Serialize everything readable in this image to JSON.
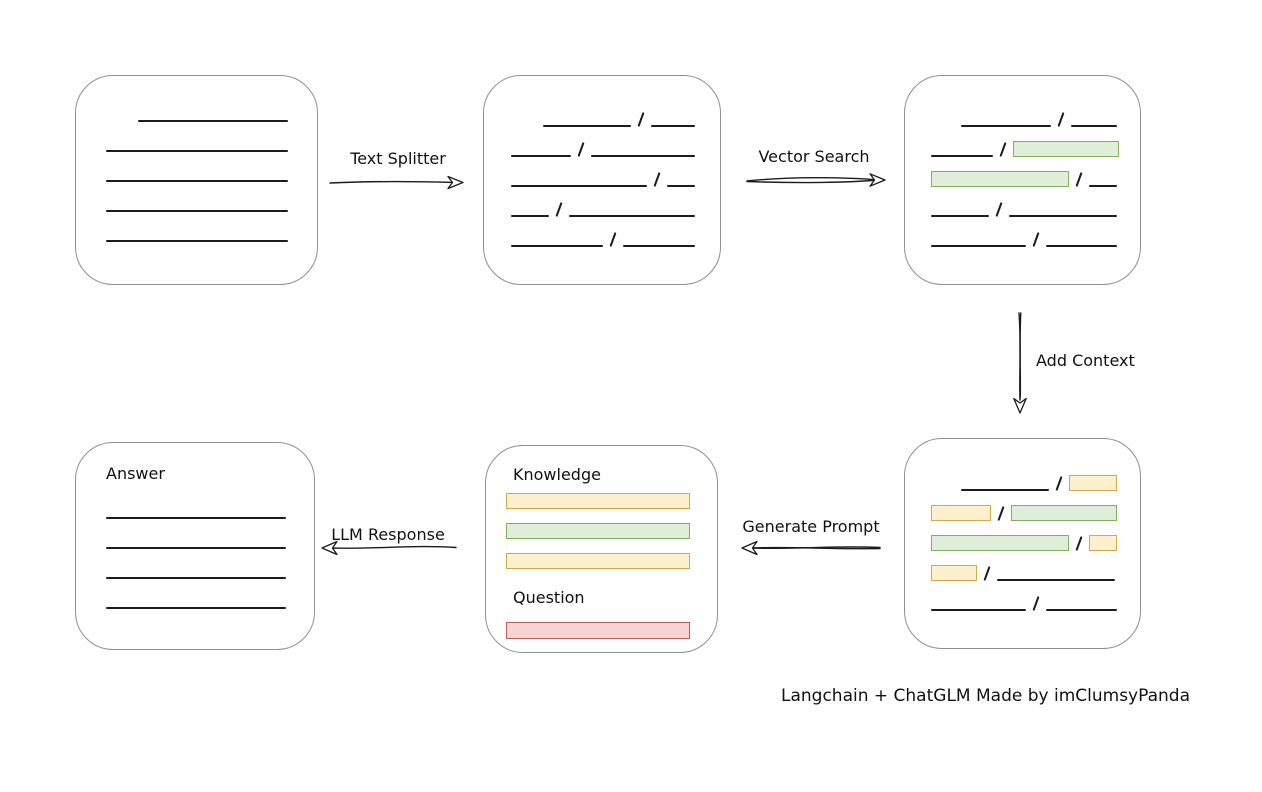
{
  "colors": {
    "green_fill": "#dfeed8",
    "green_border": "#84b05e",
    "yellow_fill": "#fcf0cd",
    "yellow_border": "#d3a94f",
    "red_fill": "#f7d4d2",
    "red_border": "#bd5e57",
    "line": "#1c1c1c",
    "box_border": "#909090"
  },
  "labels": {
    "text_splitter": "Text Splitter",
    "vector_search": "Vector Search",
    "add_context": "Add Context",
    "generate_prompt": "Generate Prompt",
    "llm_response": "LLM Response"
  },
  "caption": "Langchain + ChatGLM Made by imClumsyPanda",
  "nodes": {
    "document": {
      "rows": [
        {
          "indent": 32,
          "segs": [
            {
              "t": "line",
              "w": 150
            }
          ]
        },
        {
          "segs": [
            {
              "t": "line",
              "w": 182
            }
          ]
        },
        {
          "segs": [
            {
              "t": "line",
              "w": 182
            }
          ]
        },
        {
          "segs": [
            {
              "t": "line",
              "w": 182
            }
          ]
        },
        {
          "segs": [
            {
              "t": "line",
              "w": 182
            }
          ]
        }
      ]
    },
    "split_chunks": {
      "rows": [
        {
          "indent": 32,
          "segs": [
            {
              "t": "line",
              "w": 88
            },
            {
              "t": "slash"
            },
            {
              "t": "line",
              "w": 44
            }
          ]
        },
        {
          "segs": [
            {
              "t": "line",
              "w": 60
            },
            {
              "t": "slash"
            },
            {
              "t": "line",
              "w": 104
            }
          ]
        },
        {
          "segs": [
            {
              "t": "line",
              "w": 136
            },
            {
              "t": "slash"
            },
            {
              "t": "line",
              "w": 28
            }
          ]
        },
        {
          "segs": [
            {
              "t": "line",
              "w": 38
            },
            {
              "t": "slash"
            },
            {
              "t": "line",
              "w": 126
            }
          ]
        },
        {
          "segs": [
            {
              "t": "line",
              "w": 92
            },
            {
              "t": "slash"
            },
            {
              "t": "line",
              "w": 72
            }
          ]
        }
      ]
    },
    "vector_results": {
      "rows": [
        {
          "indent": 30,
          "segs": [
            {
              "t": "line",
              "w": 90
            },
            {
              "t": "slash"
            },
            {
              "t": "line",
              "w": 46
            }
          ]
        },
        {
          "segs": [
            {
              "t": "line",
              "w": 62
            },
            {
              "t": "slash"
            },
            {
              "t": "green",
              "w": 104
            }
          ]
        },
        {
          "segs": [
            {
              "t": "green",
              "w": 136
            },
            {
              "t": "slash"
            },
            {
              "t": "line",
              "w": 28
            }
          ]
        },
        {
          "segs": [
            {
              "t": "line",
              "w": 58
            },
            {
              "t": "slash"
            },
            {
              "t": "line",
              "w": 108
            }
          ]
        },
        {
          "segs": [
            {
              "t": "line",
              "w": 95
            },
            {
              "t": "slash"
            },
            {
              "t": "line",
              "w": 71
            }
          ]
        }
      ]
    },
    "context_chunks": {
      "rows": [
        {
          "indent": 30,
          "segs": [
            {
              "t": "line",
              "w": 88
            },
            {
              "t": "slash"
            },
            {
              "t": "yellow",
              "w": 46
            }
          ]
        },
        {
          "segs": [
            {
              "t": "yellow",
              "w": 58
            },
            {
              "t": "slash"
            },
            {
              "t": "green",
              "w": 104
            }
          ]
        },
        {
          "segs": [
            {
              "t": "green",
              "w": 136
            },
            {
              "t": "slash"
            },
            {
              "t": "yellow",
              "w": 26
            }
          ]
        },
        {
          "segs": [
            {
              "t": "yellow",
              "w": 44
            },
            {
              "t": "slash"
            },
            {
              "t": "line",
              "w": 118
            }
          ]
        },
        {
          "segs": [
            {
              "t": "line",
              "w": 95
            },
            {
              "t": "slash"
            },
            {
              "t": "line",
              "w": 71
            }
          ]
        }
      ]
    },
    "prompt": {
      "knowledge_label": "Knowledge",
      "question_label": "Question",
      "knowledge_rows": [
        {
          "segs": [
            {
              "t": "yellow",
              "w": 182
            }
          ]
        },
        {
          "segs": [
            {
              "t": "green",
              "w": 182
            }
          ]
        },
        {
          "segs": [
            {
              "t": "yellow",
              "w": 182
            }
          ]
        }
      ],
      "question_rows": [
        {
          "segs": [
            {
              "t": "red",
              "w": 182
            }
          ]
        }
      ]
    },
    "answer": {
      "label": "Answer",
      "rows": [
        {
          "segs": [
            {
              "t": "line",
              "w": 180
            }
          ]
        },
        {
          "segs": [
            {
              "t": "line",
              "w": 180
            }
          ]
        },
        {
          "segs": [
            {
              "t": "line",
              "w": 180
            }
          ]
        },
        {
          "segs": [
            {
              "t": "line",
              "w": 180
            }
          ]
        }
      ]
    }
  }
}
